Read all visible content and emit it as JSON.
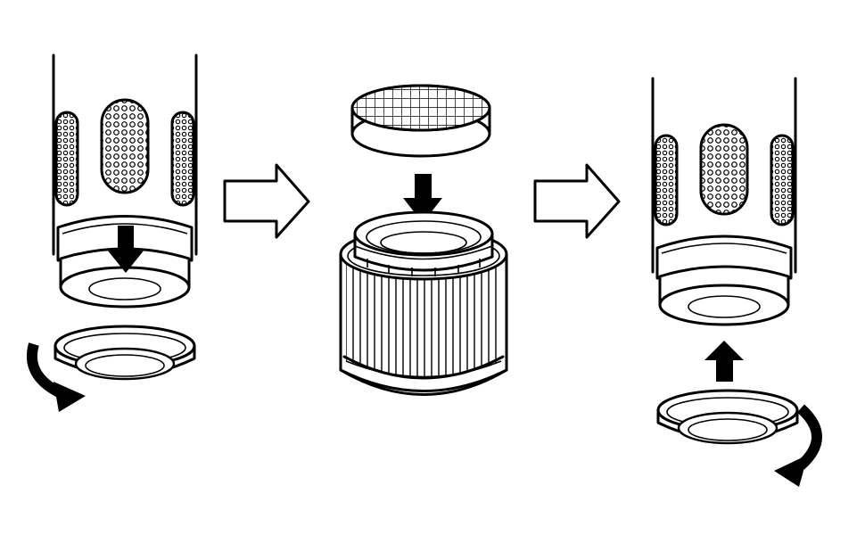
{
  "diagram": {
    "kind": "filter-replacement-instructions",
    "steps": [
      {
        "id": "step-1",
        "action": "twist-off-cap",
        "direction": "clockwise-down"
      },
      {
        "id": "step-2",
        "action": "insert-pre-filter-disc",
        "direction": "down"
      },
      {
        "id": "step-3",
        "action": "twist-on-cap",
        "direction": "up"
      }
    ],
    "colors": {
      "line": "#000000",
      "background": "#ffffff"
    }
  }
}
